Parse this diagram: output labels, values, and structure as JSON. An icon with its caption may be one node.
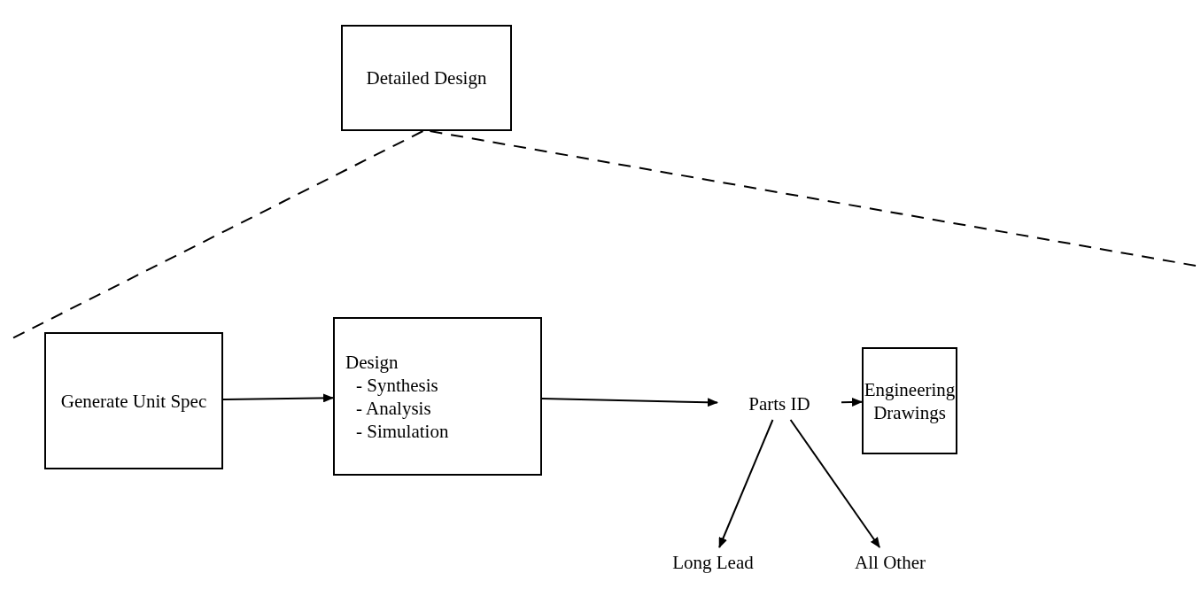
{
  "diagram": {
    "nodes": [
      {
        "text": [
          "Detailed Design"
        ]
      },
      {
        "text": [
          "Generate Unit Spec"
        ]
      },
      {
        "text": [
          "Design",
          "- Synthesis",
          "- Analysis",
          "- Simulation"
        ]
      },
      {
        "text": [
          "Parts ID"
        ]
      },
      {
        "text": [
          "Engineering Drawings"
        ]
      },
      {
        "text": [
          "Long Lead"
        ]
      },
      {
        "text": [
          "All Other"
        ]
      }
    ],
    "edges": [
      {
        "from": 0,
        "to": null,
        "arrow": "none",
        "style": "dashed"
      },
      {
        "from": 0,
        "to": null,
        "arrow": "none",
        "style": "dashed"
      },
      {
        "from": 1,
        "to": 2,
        "arrow": "to"
      },
      {
        "from": 2,
        "to": 3,
        "arrow": "to"
      },
      {
        "from": 3,
        "to": 4,
        "arrow": "to"
      },
      {
        "from": 3,
        "to": 5,
        "arrow": "to"
      },
      {
        "from": 3,
        "to": 6,
        "arrow": "to"
      }
    ]
  }
}
